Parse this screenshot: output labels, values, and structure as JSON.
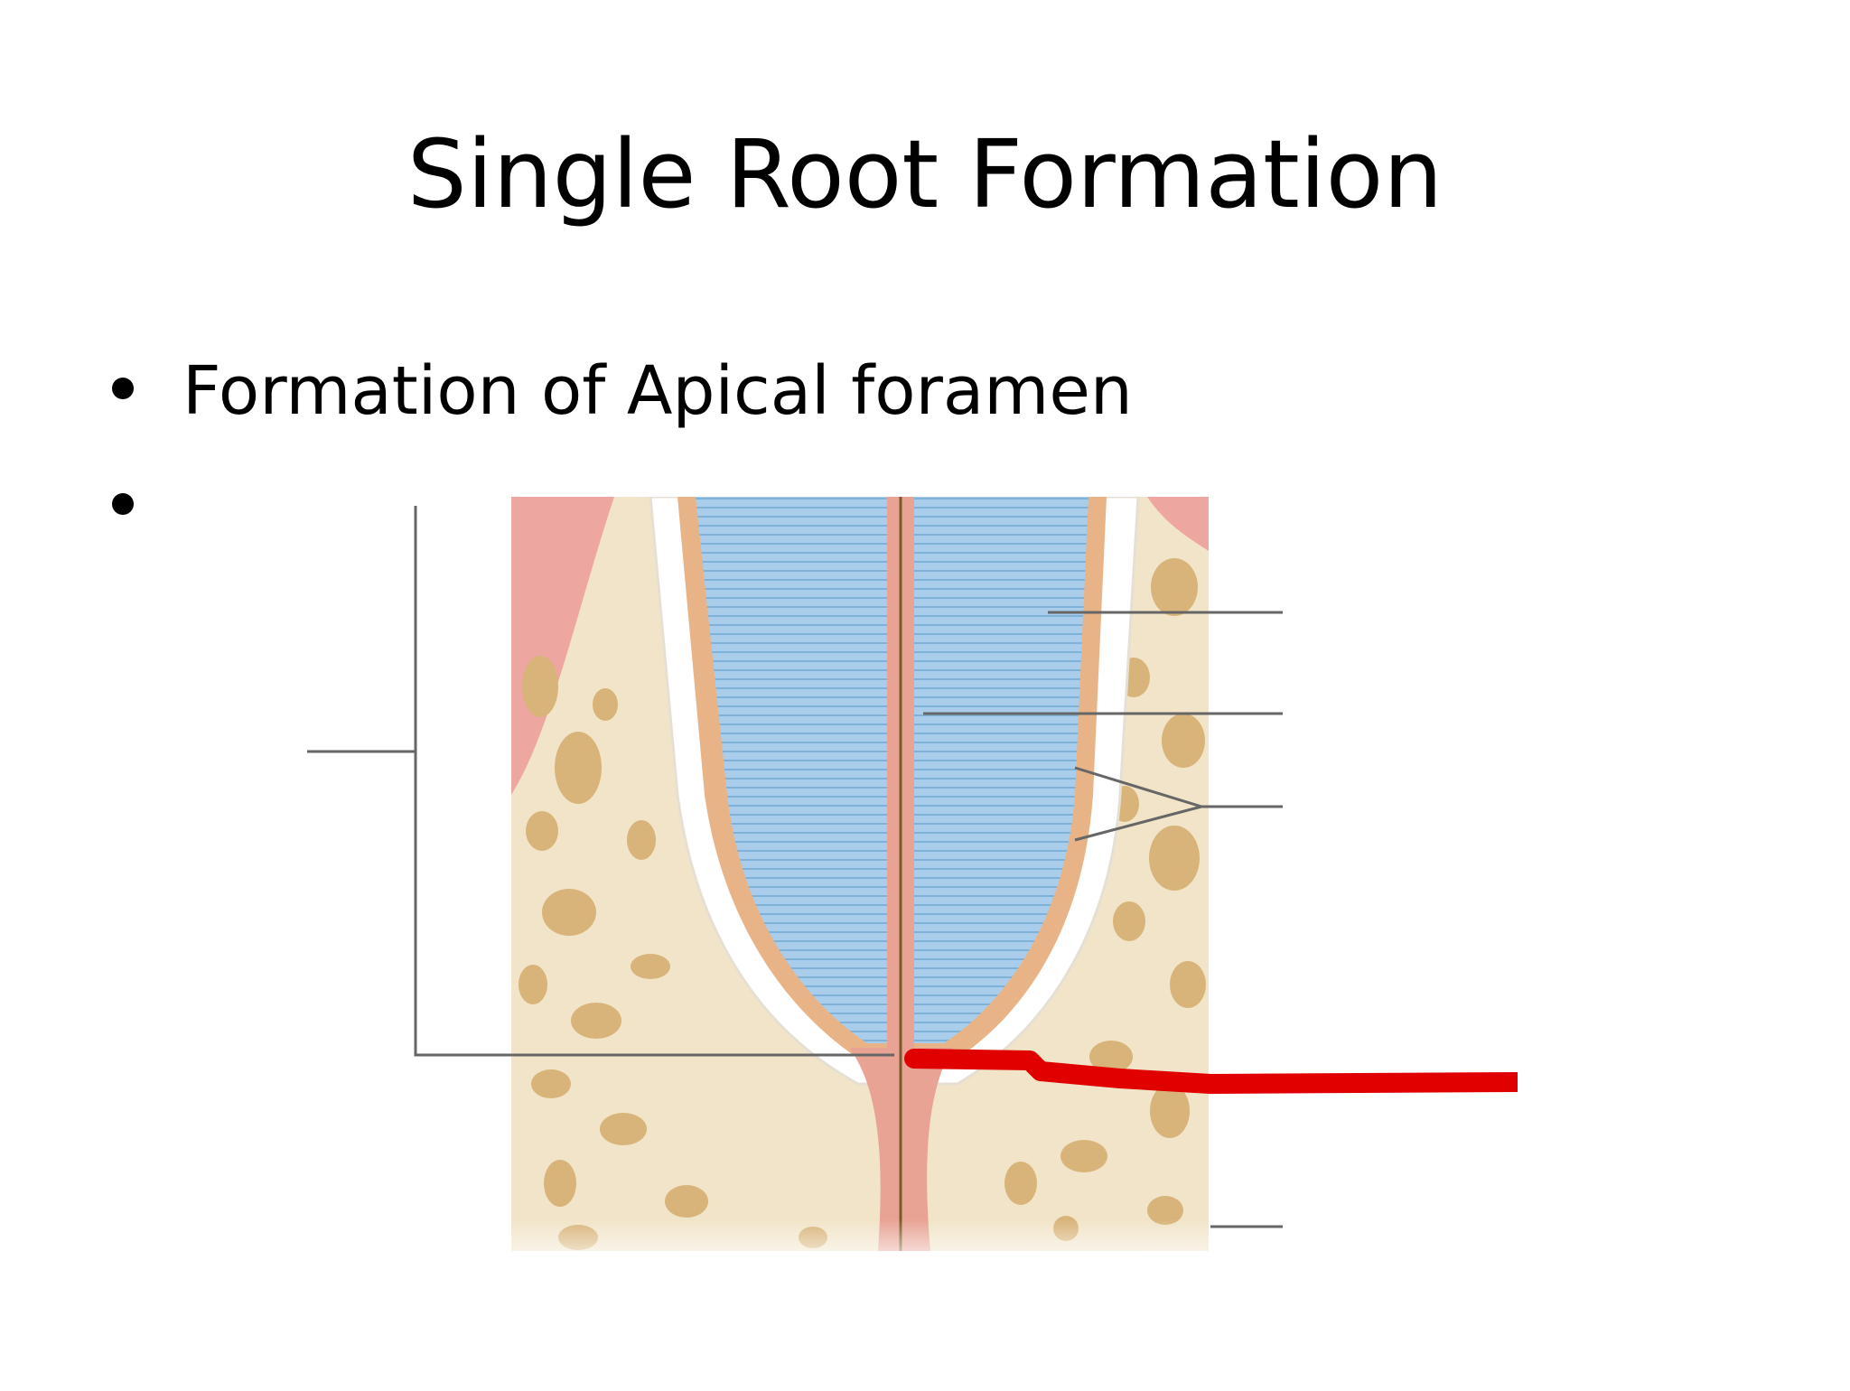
{
  "slide": {
    "title": "Single Root Formation",
    "bullets": [
      {
        "text": "Formation of Apical foramen"
      },
      {
        "text": ""
      }
    ]
  },
  "figure": {
    "subject": "tooth-root-illustration",
    "colors": {
      "gingiva": "#eea6a0",
      "bone": "#f1e4c8",
      "trabecula": "#d8b47a",
      "dentin": "#a9cdea",
      "pulp": "#e8a394",
      "cementum": "#e8b487",
      "ligament": "#ffffff",
      "leader_line": "#666666",
      "highlight": "#e00000"
    }
  }
}
